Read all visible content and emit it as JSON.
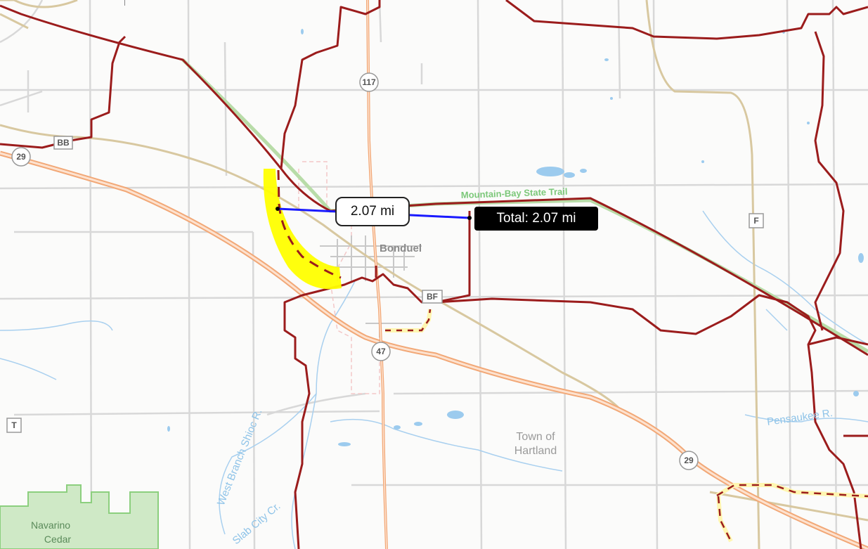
{
  "map": {
    "measurement": {
      "segment_label": "2.07 mi",
      "total_label": "Total: 2.07 mi"
    },
    "places": {
      "bonduel": "Bonduel",
      "town_line1": "Town of",
      "town_line2": "Hartland",
      "park_line1": "Navarino",
      "park_line2": "Cedar"
    },
    "water": {
      "west_branch": "West Branch Shioc R.",
      "slab_city": "Slab City Cr.",
      "pensaukee": "Pensaukee R."
    },
    "trail": {
      "mountain_bay": "Mountain-Bay State Trail"
    },
    "shields": {
      "hwy117": "117",
      "hwy47": "47",
      "hwy29_west": "29",
      "hwy29_east": "29",
      "co_bb": "BB",
      "co_bf": "BF",
      "co_f": "F",
      "co_t": "T"
    },
    "colors": {
      "boundary": "#9b1c1c",
      "highway": "#f5b994",
      "local_road": "#d6d6d6",
      "railroad": "#d2c39a",
      "measure_line": "#1a1aff",
      "highlight": "#ffff00",
      "water": "#9ccbee",
      "park": "#b9e0ae"
    }
  }
}
